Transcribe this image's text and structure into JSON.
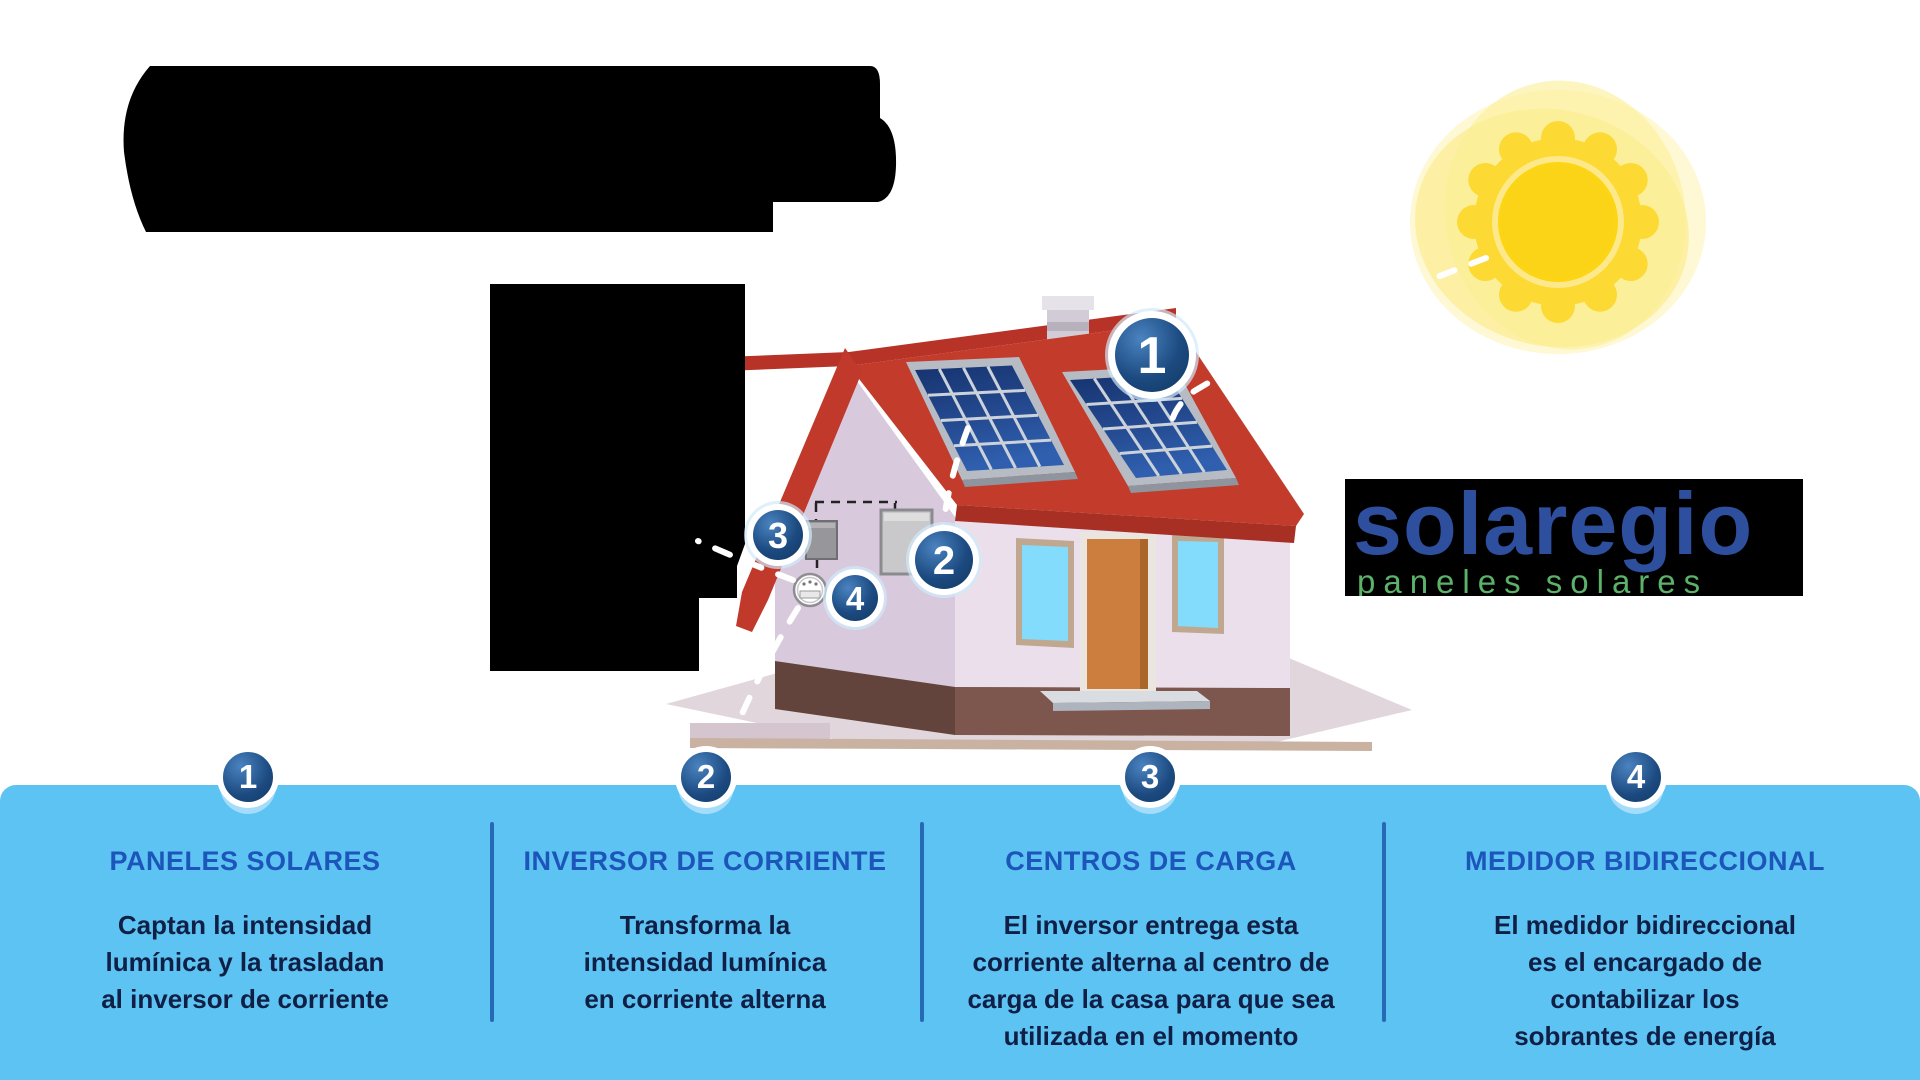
{
  "logo": {
    "brand": "solaregio",
    "tagline": "paneles solares"
  },
  "badges": [
    "1",
    "2",
    "3",
    "4"
  ],
  "steps": [
    {
      "number": "1",
      "heading": "PANELES SOLARES",
      "body": "Captan la intensidad\nlumínica y la trasladan\nal inversor de corriente"
    },
    {
      "number": "2",
      "heading": "INVERSOR DE CORRIENTE",
      "body": "Transforma la\nintensidad lumínica\nen corriente alterna"
    },
    {
      "number": "3",
      "heading": "CENTROS DE CARGA",
      "body": "El inversor entrega esta\ncorriente alterna al centro de\ncarga de la casa para que sea\nutilizada en el momento"
    },
    {
      "number": "4",
      "heading": "MEDIDOR BIDIRECCIONAL",
      "body": "El medidor bidireccional\nes el encargado de\ncontabilizar los\nsobrantes de energía"
    }
  ],
  "colors": {
    "band_blue": "#5cc3f2",
    "heading_blue": "#1d56ba",
    "body_navy": "#101f45",
    "divider_blue": "#2769b5",
    "badge_blue": "#1c4a80",
    "roof_red": "#c23b2b",
    "sun_yellow": "#fcd513",
    "logo_blue": "#2d4f9e",
    "logo_green": "#5cb269"
  }
}
